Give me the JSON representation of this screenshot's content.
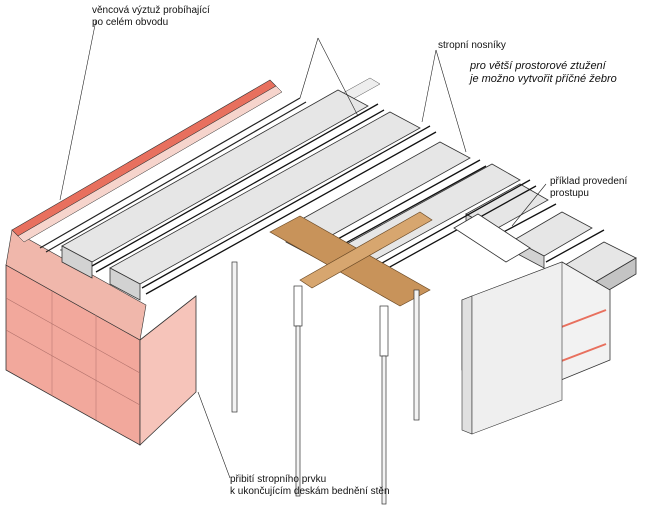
{
  "labels": {
    "ring_reinforcement": {
      "line1": "věncová výztuž probíhající",
      "line2": "po celém obvodu"
    },
    "ceiling_beams": "stropní nosníky",
    "spatial_stiffening": {
      "line1": "pro větší prostorové ztužení",
      "line2": "je možno vytvořit příčné žebro"
    },
    "opening_example": {
      "line1": "příklad provedení",
      "line2": "prostupu"
    },
    "nailing_note": {
      "line1": "přibití stropního prvku",
      "line2": "k ukončujícím deskám bednění stěn"
    }
  },
  "colors": {
    "wall_fill": "#f2a89c",
    "wall_band": "#e8705e",
    "slab_top": "#e6e6e6",
    "slab_side": "#d2d2d2",
    "timber": "#c8935a",
    "outline": "#333333"
  }
}
